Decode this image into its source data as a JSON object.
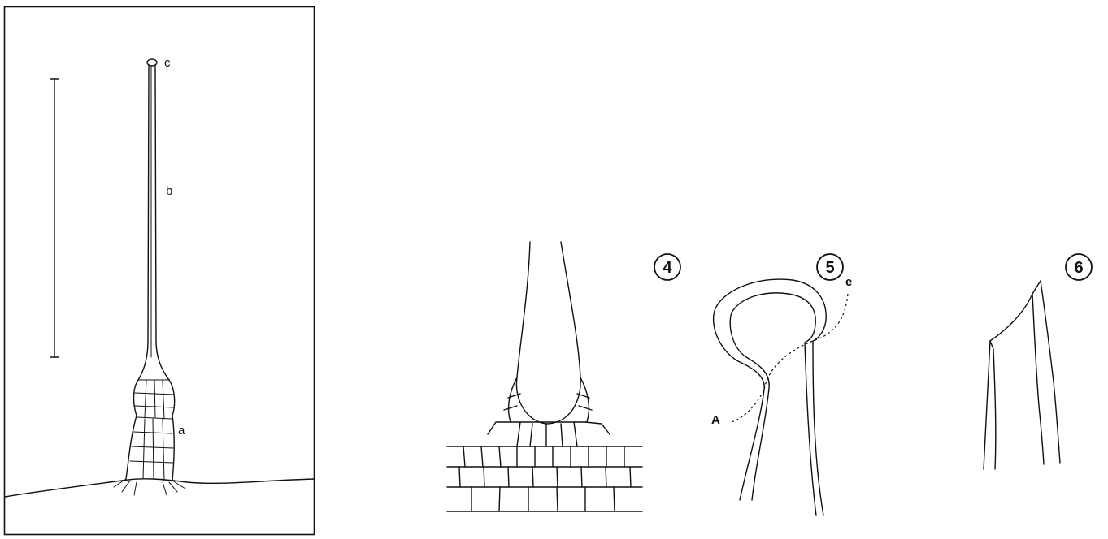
{
  "figure_3": {
    "labels": {
      "a": "a",
      "b": "b",
      "c": "c"
    }
  },
  "figure_4": {
    "number": "4"
  },
  "figure_5": {
    "number": "5",
    "labels": {
      "A": "A",
      "e": "e"
    }
  },
  "figure_6": {
    "number": "6"
  }
}
